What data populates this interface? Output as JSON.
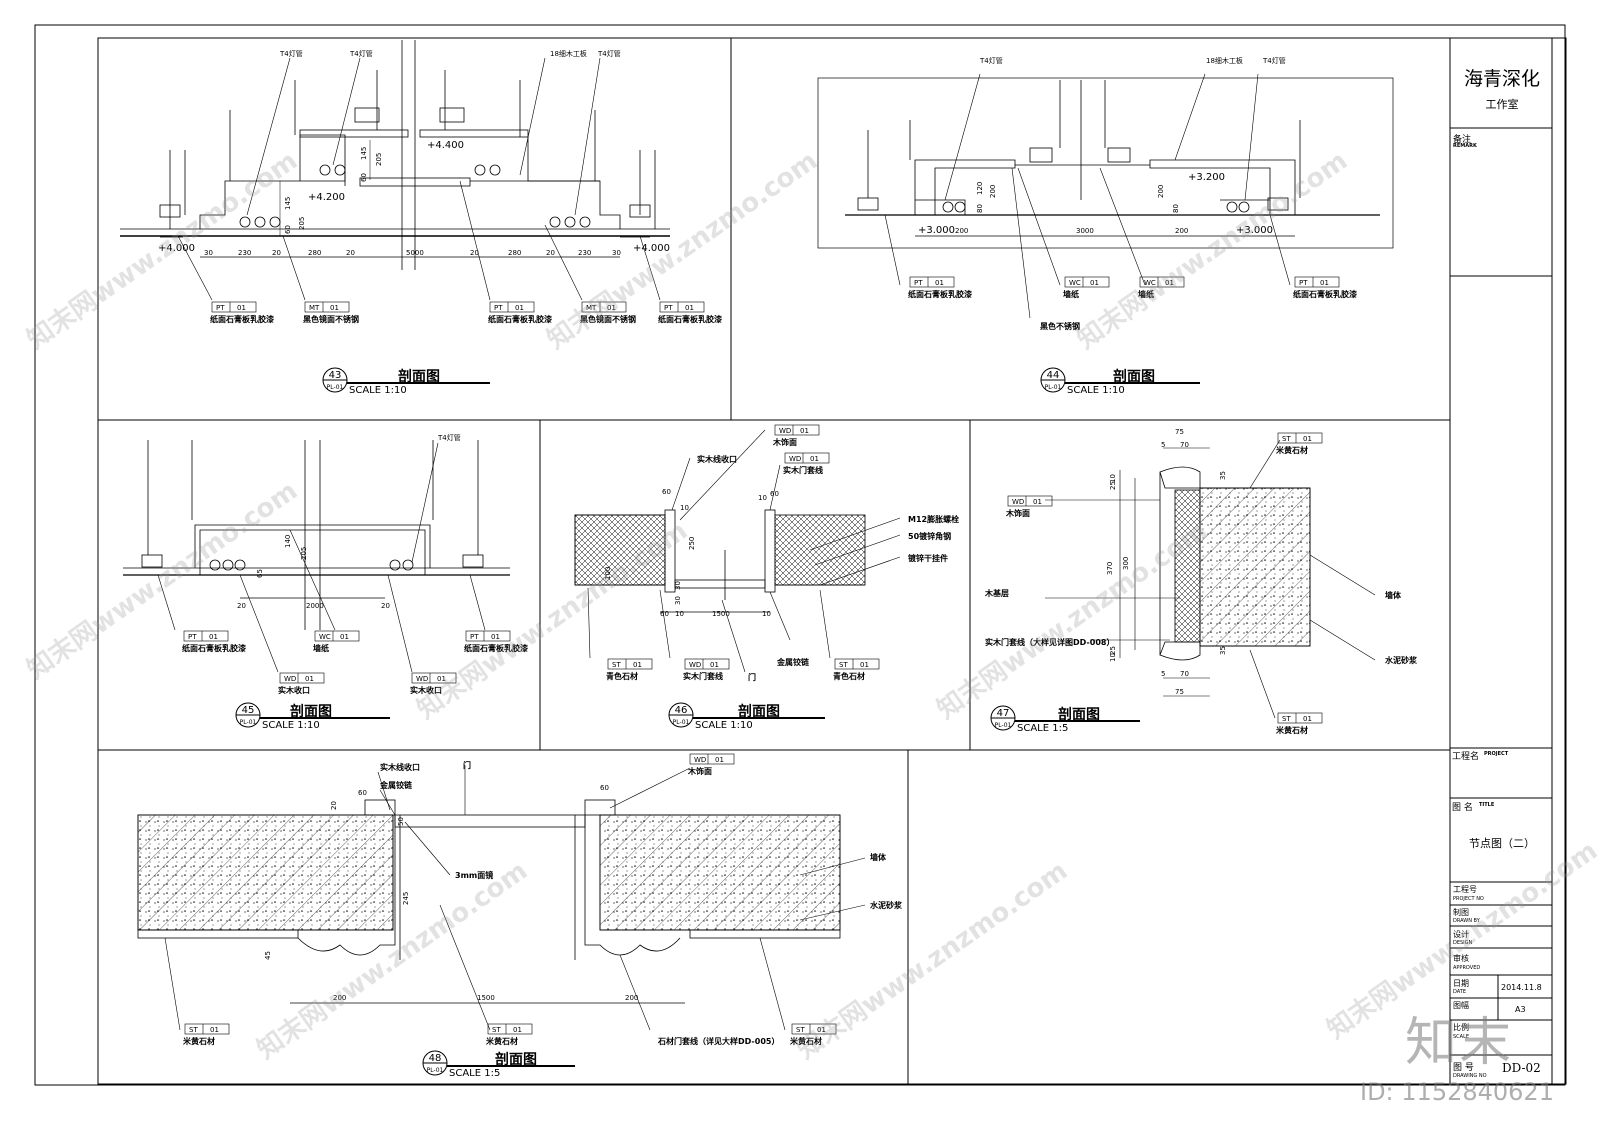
{
  "studio": {
    "name": "海青深化",
    "subtitle": "工作室"
  },
  "title_block": {
    "remark_label": "备注",
    "remark_en": "REMARK",
    "project_label": "工程名",
    "project_en": "PROJECT",
    "title_label": "图 名",
    "title_en": "TITLE",
    "title_value": "节点图（二）",
    "project_no_label": "工程号",
    "project_no_en": "PROJECT NO",
    "drawn_label": "制图",
    "drawn_en": "DRAWN BY",
    "design_label": "设计",
    "design_en": "DESIGN",
    "approved_label": "审核",
    "approved_en": "APPROVED",
    "date_label": "日期",
    "date_en": "DATE",
    "date_value": "2014.11.8",
    "size_label": "图幅",
    "size_value": "A3",
    "scale_label": "比例",
    "scale_en": "SCALE",
    "drawing_no_label": "图 号",
    "drawing_no_en": "DRAWING NO",
    "drawing_no_value": "DD-02"
  },
  "watermark": {
    "text": "知末网www.znzmo.com",
    "brand": "知末",
    "id": "ID: 1152840621"
  },
  "sections": [
    {
      "num": "43",
      "sheet": "PL-01",
      "title": "剖面图",
      "scale": "SCALE 1:10"
    },
    {
      "num": "44",
      "sheet": "PL-01",
      "title": "剖面图",
      "scale": "SCALE 1:10"
    },
    {
      "num": "45",
      "sheet": "PL-01",
      "title": "剖面图",
      "scale": "SCALE 1:10"
    },
    {
      "num": "46",
      "sheet": "PL-01",
      "title": "剖面图",
      "scale": "SCALE 1:10"
    },
    {
      "num": "47",
      "sheet": "PL-01",
      "title": "剖面图",
      "scale": "SCALE 1:5"
    },
    {
      "num": "48",
      "sheet": "PL-01",
      "title": "剖面图",
      "scale": "SCALE 1:5"
    }
  ],
  "s43": {
    "t4a": "T4灯管",
    "t4b": "T4灯管",
    "wood18": "18细木工板",
    "t4c": "T4灯管",
    "lvl1": "+4.400",
    "lvl2": "+4.200",
    "lvl3": "+4.000",
    "lvl4": "+4.000",
    "d145a": "145",
    "d205a": "205",
    "d60a": "60",
    "d145b": "145",
    "d205b": "205",
    "d60b": "60",
    "dims": [
      "30",
      "230",
      "20",
      "280",
      "20",
      "5000",
      "20",
      "280",
      "20",
      "230",
      "30"
    ],
    "tags": [
      {
        "code": "PT",
        "num": "01",
        "desc": "纸面石膏板乳胶漆"
      },
      {
        "code": "MT",
        "num": "01",
        "desc": "黑色镜面不锈钢"
      },
      {
        "code": "PT",
        "num": "01",
        "desc": "纸面石膏板乳胶漆"
      },
      {
        "code": "MT",
        "num": "01",
        "desc": "黑色镜面不锈钢"
      },
      {
        "code": "PT",
        "num": "01",
        "desc": "纸面石膏板乳胶漆"
      }
    ]
  },
  "s44": {
    "t4a": "T4灯管",
    "wood18": "18细木工板",
    "t4b": "T4灯管",
    "lvl1": "+3.200",
    "lvl2": "+3.000",
    "lvl3": "+3.000",
    "d120a": "120",
    "d200a": "200",
    "d80a": "80",
    "d200b": "200",
    "d80b": "80",
    "dims": [
      "200",
      "3000",
      "200"
    ],
    "tags": [
      {
        "code": "PT",
        "num": "01",
        "desc": "纸面石膏板乳胶漆"
      },
      {
        "code": "WC",
        "num": "01",
        "desc": "墙纸"
      },
      {
        "code": "WC",
        "num": "01",
        "desc": "墙纸"
      },
      {
        "code": "PT",
        "num": "01",
        "desc": "纸面石膏板乳胶漆"
      }
    ],
    "black_steel": "黑色不锈钢"
  },
  "s45": {
    "t4": "T4灯管",
    "d140": "140",
    "d205": "205",
    "d65": "65",
    "dims": [
      "20",
      "2000",
      "20"
    ],
    "tags": [
      {
        "code": "PT",
        "num": "01",
        "desc": "纸面石膏板乳胶漆"
      },
      {
        "code": "WC",
        "num": "01",
        "desc": "墙纸"
      },
      {
        "code": "PT",
        "num": "01",
        "desc": "纸面石膏板乳胶漆"
      },
      {
        "code": "WD",
        "num": "01",
        "desc": "实木收口"
      },
      {
        "code": "WD",
        "num": "01",
        "desc": "实木收口"
      }
    ]
  },
  "s46": {
    "line_finish": "实木线收口",
    "m12": "M12膨胀螺栓",
    "angle50": "50镀锌角钢",
    "hanger": "镀锌干挂件",
    "hinge": "金属铰链",
    "door": "门",
    "d60a": "60",
    "d10a": "10",
    "d10b": "10",
    "d60b": "60",
    "d250": "250",
    "d100": "100",
    "d30a": "30",
    "d30b": "30",
    "dims": [
      "60",
      "10",
      "1500",
      "10"
    ],
    "tags": [
      {
        "code": "WD",
        "num": "01",
        "desc": "木饰面"
      },
      {
        "code": "WD",
        "num": "01",
        "desc": "实木门套线"
      },
      {
        "code": "ST",
        "num": "01",
        "desc": "青色石材"
      },
      {
        "code": "WD",
        "num": "01",
        "desc": "实木门套线"
      },
      {
        "code": "ST",
        "num": "01",
        "desc": "青色石材"
      }
    ]
  },
  "s47": {
    "wood_base": "木基层",
    "frame": "实木门套线（大样见详图DD-008）",
    "wall": "墙体",
    "mortar": "水泥砂浆",
    "d75a": "75",
    "d5a": "5",
    "d70a": "70",
    "d10": "10",
    "d25a": "25",
    "d35a": "35",
    "d370": "370",
    "d300": "300",
    "d25b": "25",
    "d10b": "10",
    "d35b": "35",
    "d5b": "5",
    "d70b": "70",
    "d75b": "75",
    "tags": [
      {
        "code": "ST",
        "num": "01",
        "desc": "米黄石材"
      },
      {
        "code": "WD",
        "num": "01",
        "desc": "木饰面"
      },
      {
        "code": "ST",
        "num": "01",
        "desc": "米黄石材"
      }
    ]
  },
  "s48": {
    "line_finish": "实木线收口",
    "hinge": "金属铰链",
    "door": "门",
    "mirror": "3mm面镜",
    "wall": "墙体",
    "mortar": "水泥砂浆",
    "frame": "石材门套线（详见大样DD-005）",
    "d60a": "60",
    "d20": "20",
    "d50": "50",
    "d60b": "60",
    "d245": "245",
    "d45": "45",
    "dims": [
      "200",
      "1500",
      "200"
    ],
    "tags": [
      {
        "code": "WD",
        "num": "01",
        "desc": "木饰面"
      },
      {
        "code": "ST",
        "num": "01",
        "desc": "米黄石材"
      },
      {
        "code": "ST",
        "num": "01",
        "desc": "米黄石材"
      },
      {
        "code": "ST",
        "num": "01",
        "desc": "米黄石材"
      }
    ]
  }
}
